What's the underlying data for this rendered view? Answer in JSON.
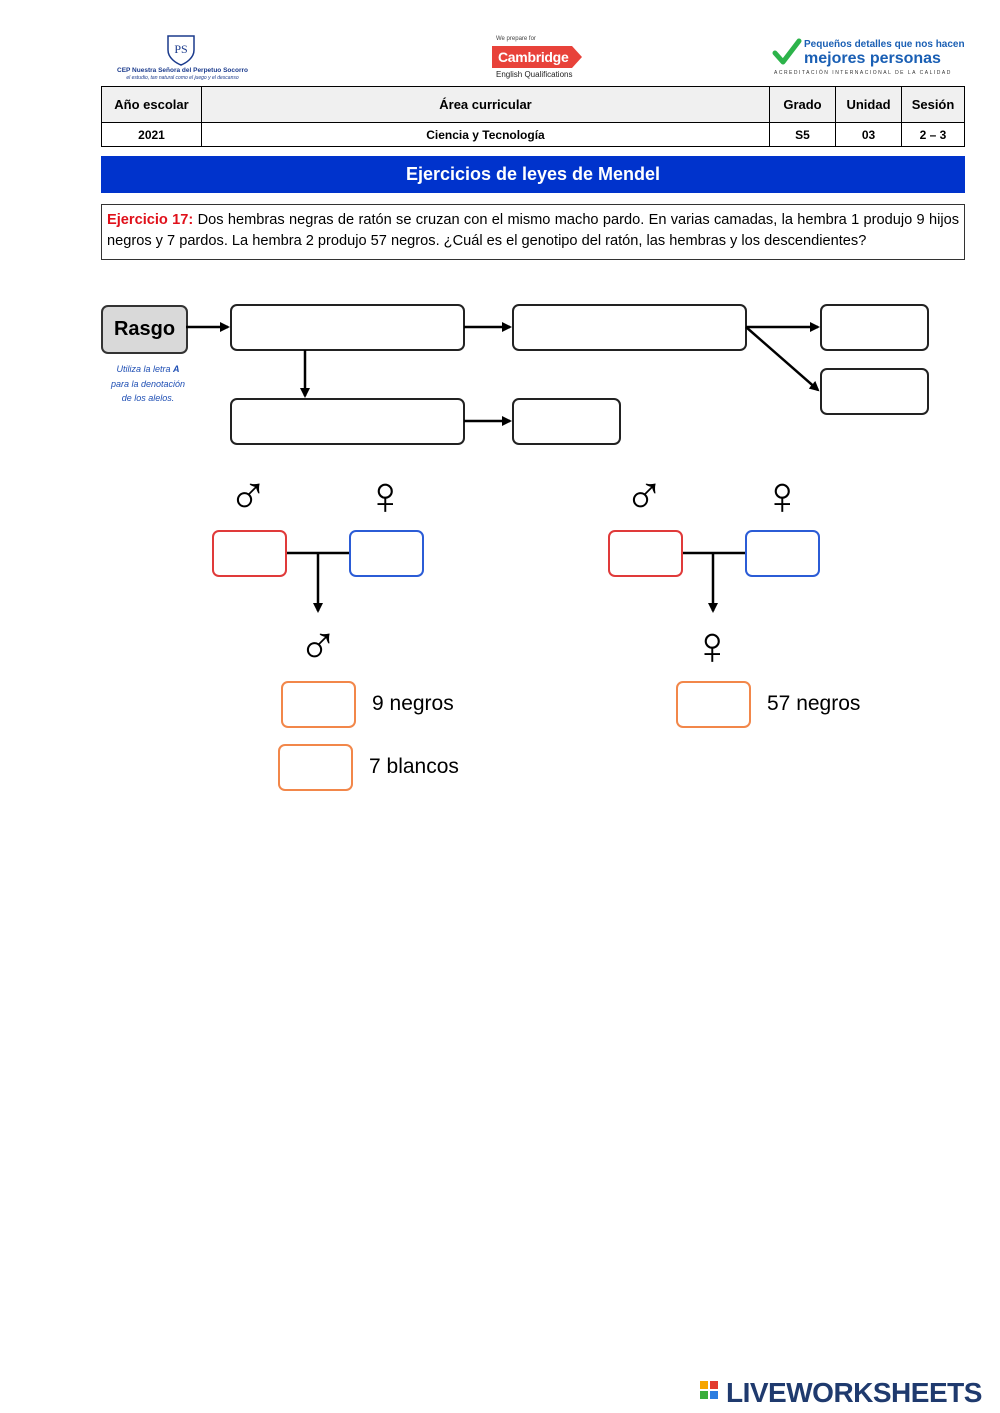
{
  "header": {
    "school_name": "CEP Nuestra Señora del Perpetuo Socorro",
    "school_motto": "el estudio, tan natural como el juego y el descanso",
    "school_initials": "PS",
    "cambridge_top": "We prepare for",
    "cambridge_word": "Cambridge",
    "cambridge_bottom": "English Qualifications",
    "mp_small": "Pequeños detalles que nos hacen",
    "mp_big": "mejores personas",
    "mp_accreditation": "ACREDITACIÓN INTERNACIONAL DE LA CALIDAD"
  },
  "info_table": {
    "headers": [
      "Año escolar",
      "Área curricular",
      "Grado",
      "Unidad",
      "Sesión"
    ],
    "values": [
      "2021",
      "Ciencia y Tecnología",
      "S5",
      "03",
      "2 – 3"
    ]
  },
  "banner": "Ejercicios de leyes de Mendel",
  "exercise": {
    "label": "Ejercicio 17:",
    "text": " Dos hembras negras de ratón se cruzan con el mismo macho pardo. En varias camadas, la hembra 1 produjo 9 hijos negros y 7 pardos. La hembra 2 produjo 57 negros. ¿Cuál es el genotipo del ratón, las hembras y los descendientes?"
  },
  "diagram": {
    "rasgo_label": "Rasgo",
    "hint_lines": [
      "Utiliza la letra ",
      "A",
      "para la denotación",
      "de los alelos."
    ]
  },
  "symbols": {
    "male": "♂",
    "female": "♀"
  },
  "offspring": {
    "left_1": "9 negros",
    "left_2": "7 blancos",
    "right_1": "57 negros"
  },
  "footer": {
    "brand": "LIVEWORKSHEETS"
  },
  "colors": {
    "banner": "#0033cc",
    "exercise_label": "#e0101a",
    "male_box": "#e03a3a",
    "female_box": "#2b5cd6",
    "offspring_box": "#f2874a"
  }
}
